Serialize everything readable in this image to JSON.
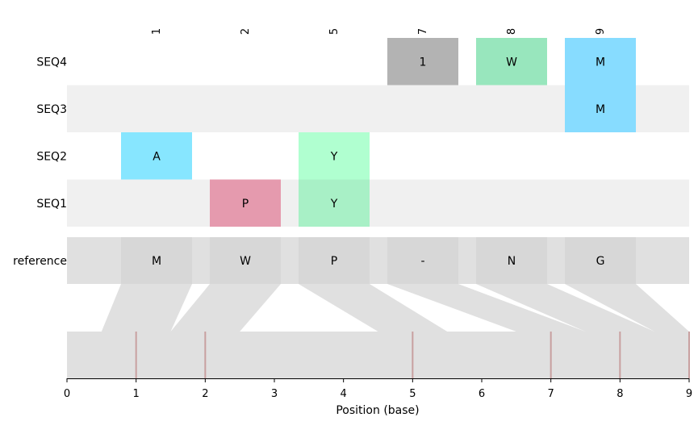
{
  "columns": [
    "1",
    "2",
    "5",
    "7",
    "8",
    "9"
  ],
  "rows": [
    {
      "label": "SEQ4",
      "shaded": false,
      "cells": [
        {
          "col": 3,
          "text": "1",
          "color": "#b3b3b3"
        },
        {
          "col": 4,
          "text": "W",
          "color": "#98e6bd"
        },
        {
          "col": 5,
          "text": "M",
          "color": "#87dcff"
        }
      ]
    },
    {
      "label": "SEQ3",
      "shaded": true,
      "cells": [
        {
          "col": 5,
          "text": "M",
          "color": "#87dcff"
        }
      ]
    },
    {
      "label": "SEQ2",
      "shaded": false,
      "cells": [
        {
          "col": 0,
          "text": "A",
          "color": "#87e6ff"
        },
        {
          "col": 2,
          "text": "Y",
          "color": "#b0ffd0"
        }
      ]
    },
    {
      "label": "SEQ1",
      "shaded": true,
      "cells": [
        {
          "col": 1,
          "text": "P",
          "color": "#e59aae"
        },
        {
          "col": 2,
          "text": "Y",
          "color": "#a8f0c6"
        }
      ]
    }
  ],
  "reference": {
    "label": "reference",
    "values": [
      "M",
      "W",
      "P",
      "-",
      "N",
      "G"
    ]
  },
  "axis": {
    "label": "Position (base)",
    "min": 0,
    "max": 9,
    "ticks": [
      "0",
      "1",
      "2",
      "3",
      "4",
      "5",
      "6",
      "7",
      "8",
      "9"
    ],
    "variant_positions": [
      1,
      2,
      5,
      7,
      8,
      9
    ]
  },
  "colors": {
    "row_shade": "#f0f0f0",
    "reference_band": "#e0e0e0",
    "reference_cell": "#d7d7d7",
    "connector": "#e0e0e0",
    "track": "#e0e0e0",
    "variant_mark": "#c8a0a0"
  }
}
